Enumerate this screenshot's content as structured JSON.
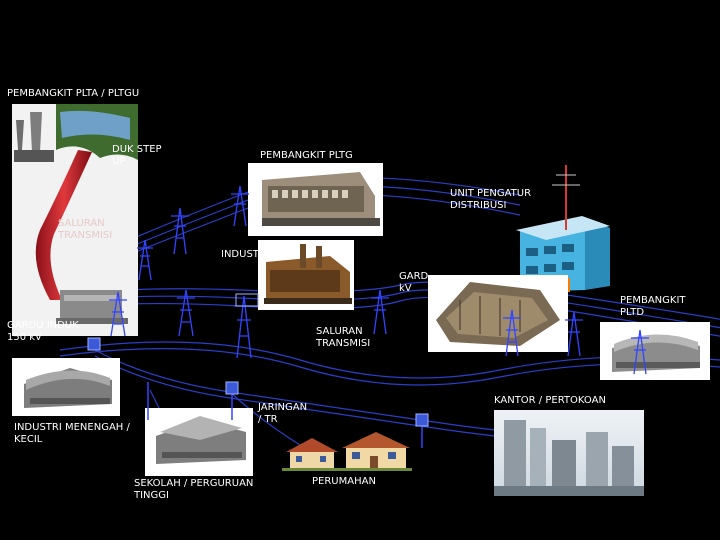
{
  "labels": {
    "pembangkit_plta": "PEMBANGKIT PLTA / PLTGU",
    "gardu_induk_step": "DUK STEP\nUP",
    "saluran_transmisi_top": "SALURAN\nTRANSMISI",
    "pembangkit_pltg": "PEMBANGKIT PLTG",
    "unit_pengatur": "UNIT PENGATUR\nDISTRIBUSI",
    "industri_besar": "INDUSTRI",
    "gardu_kv": "GARD\nkV",
    "pembangkit_pltd": "PEMBANGKIT\nPLTD",
    "gardu_induk_150": "GARDU INDUK\n150 kV",
    "saluran_transmisi": "SALURAN\nTRANSMISI",
    "jaringan": "JARINGAN\n/ TR",
    "kantor": "KANTOR / PERTOKOAN",
    "industri_menengah": "INDUSTRI MENENGAH /\nKECIL",
    "sekolah": "SEKOLAH / PERGURUAN\nTINGGI",
    "perumahan": "PERUMAHAN"
  },
  "colors": {
    "background": "#000000",
    "line": "#2a3fc8",
    "tower": "#3344ff",
    "pipe": "#c8242a",
    "text": "#ffffff"
  }
}
